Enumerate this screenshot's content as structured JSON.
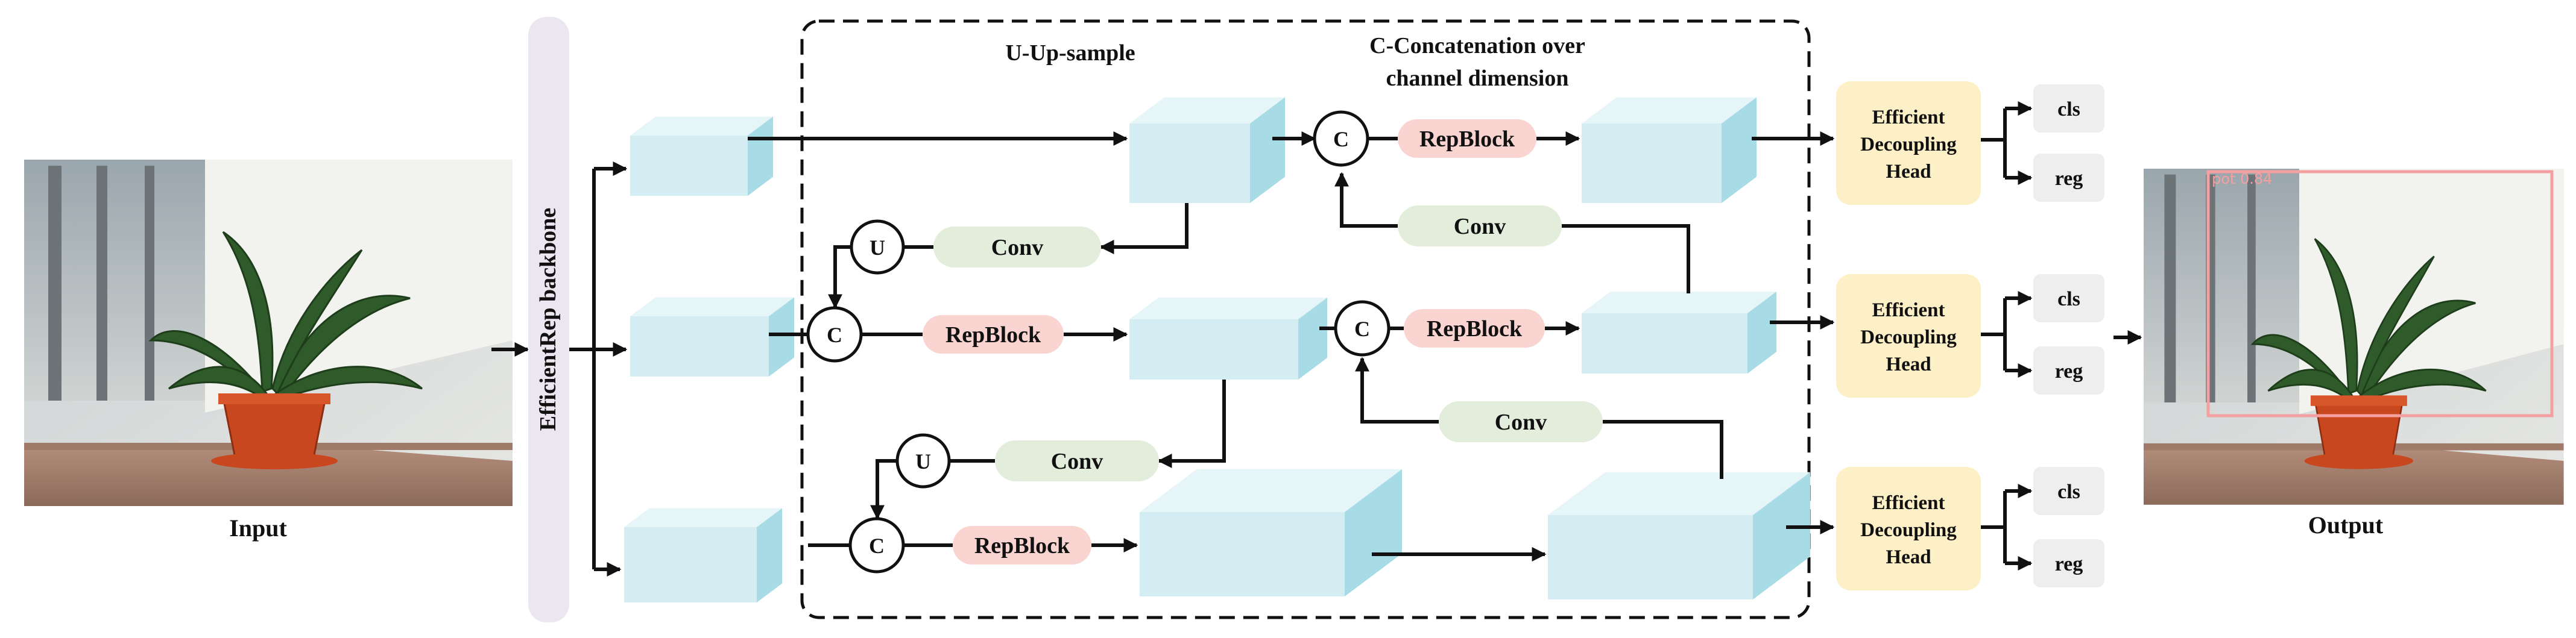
{
  "labels": {
    "input": "Input",
    "output": "Output",
    "backbone": "EfficientRep backbone",
    "upsample_note": "U-Up-sample",
    "concat_note_line1": "C-Concatenation over",
    "concat_note_line2": "channel dimension"
  },
  "symbols": {
    "concat": "C",
    "upsample": "U"
  },
  "blocks": {
    "repblock": "RepBlock",
    "conv": "Conv"
  },
  "head": {
    "line1": "Efficient",
    "line2": "Decoupling",
    "line3": "Head"
  },
  "head_outputs": {
    "cls": "cls",
    "reg": "reg"
  },
  "detection": {
    "label": "pot 0.84",
    "box_color": "#f4a0a0"
  },
  "colors": {
    "backbone": "#ebe6f0",
    "cube_front": "#d4edf3",
    "cube_top": "#e6f5f8",
    "cube_side": "#a7dbe5",
    "repblock": "#f9d4d0",
    "conv": "#e2eedb",
    "head": "#fdf0c6",
    "output_box": "#eeeeee"
  }
}
